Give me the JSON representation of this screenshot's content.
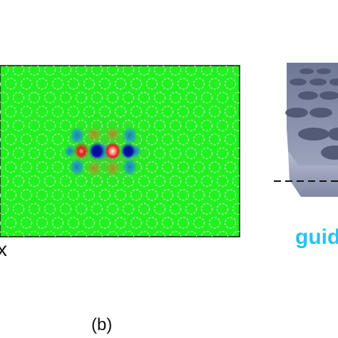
{
  "figure": {
    "panel_label": "(b)",
    "axis_letter": "x",
    "guide_text": "guid",
    "colors": {
      "background_field": "#22f021",
      "hole_outline": "#a8eaa6",
      "positive_lobe": "#e2191a",
      "negative_lobe": "#0a10b8",
      "guide_text": "#27c3ee",
      "slab": "#8a93ad"
    }
  }
}
